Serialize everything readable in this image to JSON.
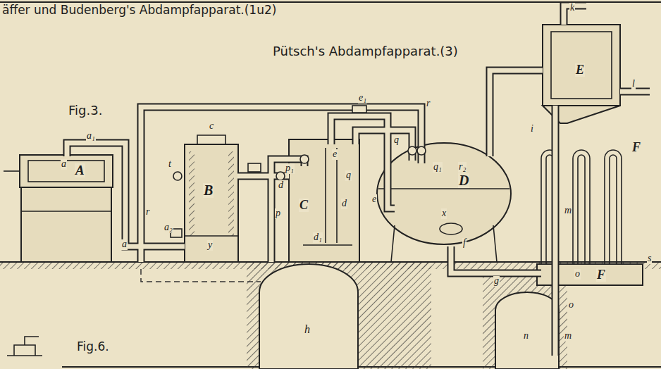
{
  "diagram": {
    "labels": [
      "äffer und Budenberg's Abdampfapparat.(1u2)",
      "Pütsch's Abdampfapparat.(3)",
      "Fig.3.",
      "Fig.6.",
      "A",
      "a₁",
      "a",
      "a",
      "a₂",
      "r",
      "t",
      "B",
      "c",
      "y",
      "p₁",
      "p",
      "C",
      "d",
      "d",
      "d₁",
      "q",
      "e",
      "e₁",
      "e",
      "q",
      "r",
      "q₁",
      "r₂",
      "D",
      "x",
      "f",
      "g",
      "i",
      "k",
      "l",
      "E",
      "m",
      "m",
      "F",
      "F",
      "o",
      "o",
      "s",
      "n",
      "h"
    ]
  }
}
